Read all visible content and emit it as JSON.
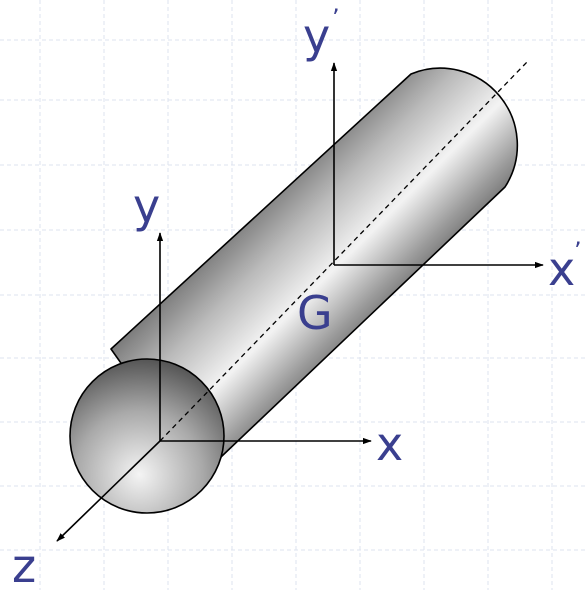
{
  "labels": {
    "y": "y",
    "x": "x",
    "z": "z",
    "y_prime": "y",
    "x_prime": "x",
    "prime_mark": "’",
    "centroid": "G"
  },
  "colors": {
    "label": "#3a3f8f",
    "grid": "#dde3ef",
    "axis": "#000000",
    "cylinder_light": "#f2f2f2",
    "cylinder_dark": "#6e6e6e"
  }
}
